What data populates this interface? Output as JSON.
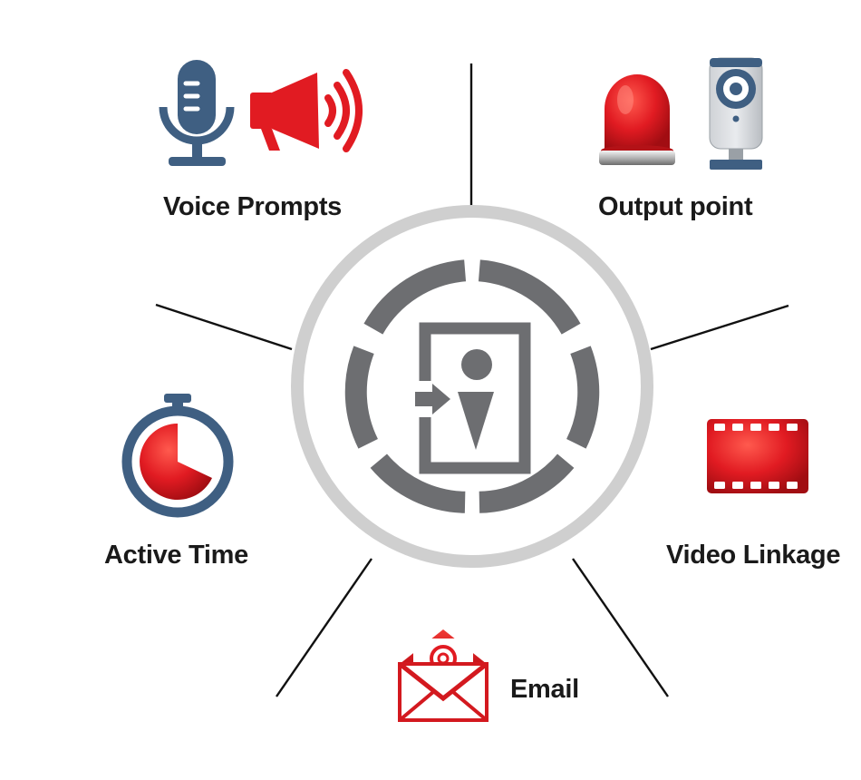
{
  "labels": {
    "voice_prompts": "Voice Prompts",
    "output_point": "Output point",
    "active_time": "Active Time",
    "video_linkage": "Video Linkage",
    "email": "Email"
  },
  "colors": {
    "accent_red": "#e11b22",
    "slate_blue": "#3f5f82",
    "hub_gray": "#6d6e71",
    "ring_gray": "#cfcfcf",
    "line": "#111111"
  },
  "icons": {
    "center": "door-entry-person-icon",
    "voice_prompts": [
      "microphone-icon",
      "megaphone-icon"
    ],
    "output_point": [
      "alarm-light-icon",
      "camera-icon"
    ],
    "active_time": "stopwatch-icon",
    "video_linkage": "film-strip-icon",
    "email": "envelope-at-icon"
  }
}
